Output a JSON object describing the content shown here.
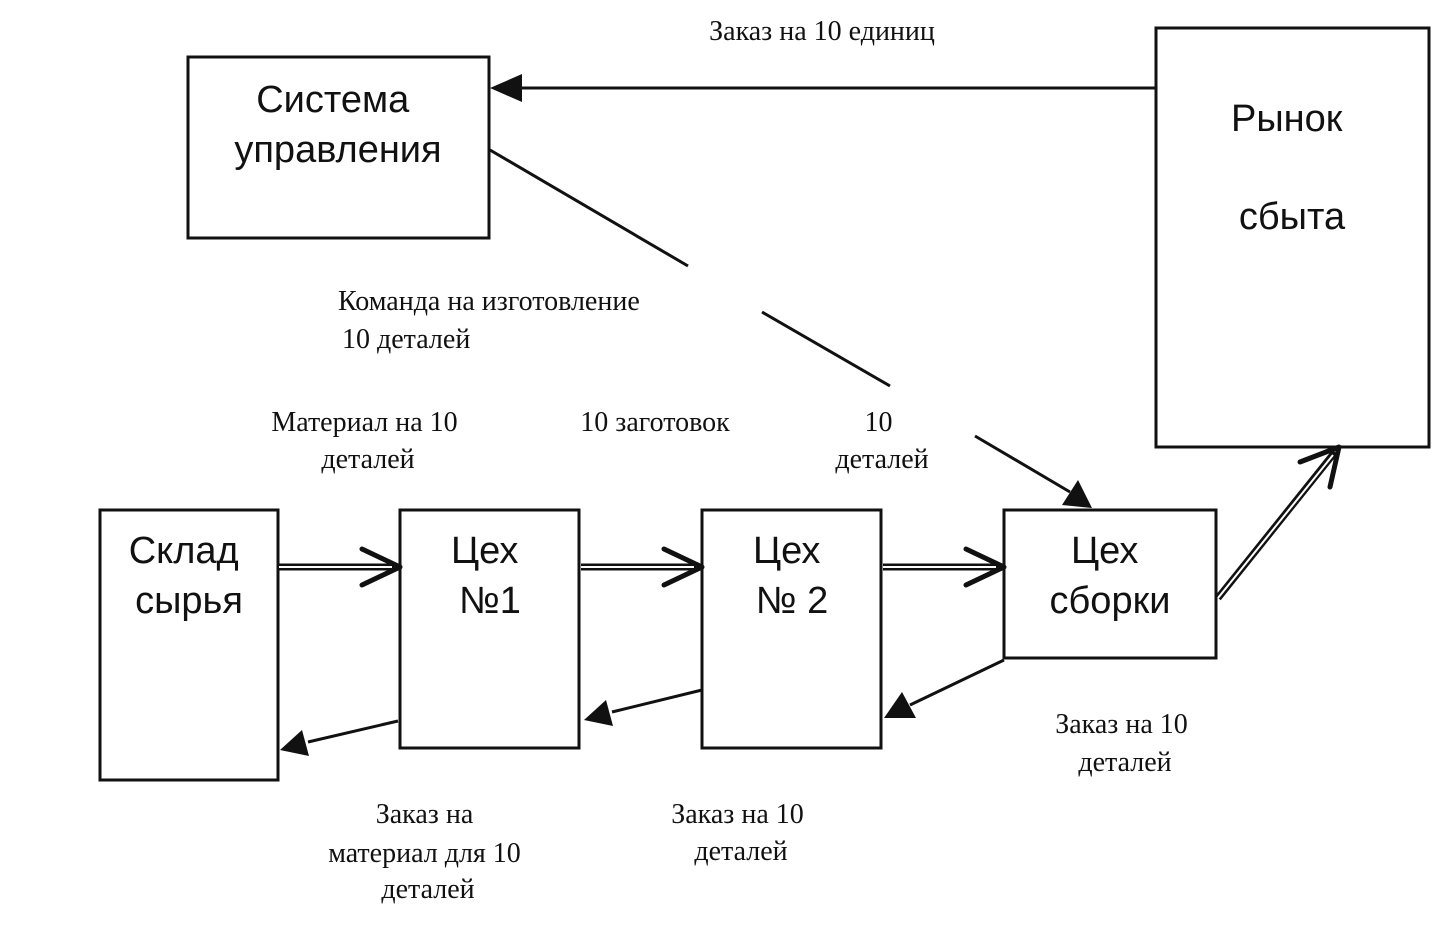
{
  "nodes": {
    "control_system": {
      "lines": [
        "Система",
        "управления"
      ]
    },
    "market": {
      "lines": [
        "Рынок",
        "сбыта"
      ]
    },
    "raw_warehouse": {
      "lines": [
        "Склад",
        "сырья"
      ]
    },
    "shop_1": {
      "lines": [
        "Цех",
        "№1"
      ]
    },
    "shop_2": {
      "lines": [
        "Цех",
        "№ 2"
      ]
    },
    "assembly_shop": {
      "lines": [
        "Цех",
        "сборки"
      ]
    }
  },
  "flows": {
    "market_order": {
      "lines": [
        "Заказ на 10 единиц"
      ]
    },
    "production_command": {
      "lines": [
        "Команда на изготовление",
        "10 деталей"
      ]
    },
    "material_supply": {
      "lines": [
        "Материал на 10",
        "деталей"
      ]
    },
    "blanks_supply": {
      "lines": [
        "10 заготовок"
      ]
    },
    "parts_supply": {
      "lines": [
        "10",
        "деталей"
      ]
    },
    "assembly_order": {
      "lines": [
        "Заказ на 10",
        "деталей"
      ]
    },
    "material_order": {
      "lines": [
        "Заказ на",
        "материал для 10",
        "деталей"
      ]
    },
    "shop2_order": {
      "lines": [
        "Заказ на 10",
        "деталей"
      ]
    }
  }
}
